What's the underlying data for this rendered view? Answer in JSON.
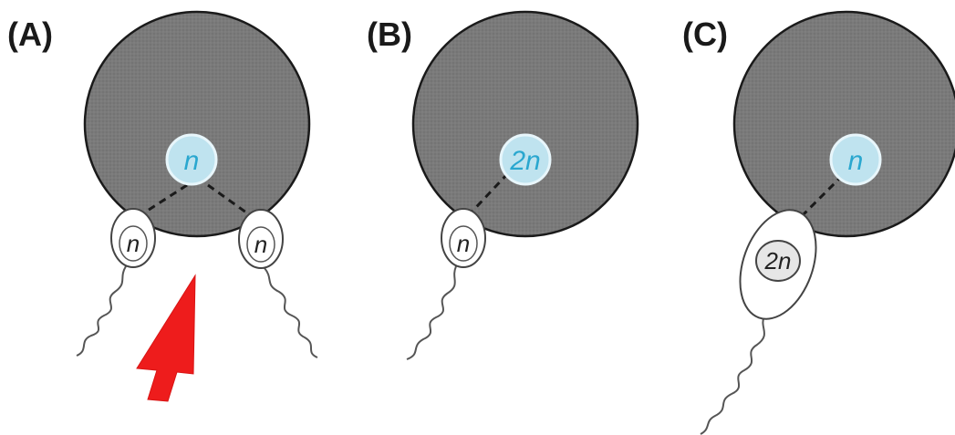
{
  "panels": [
    {
      "label": "(A)",
      "egg_nucleus": "n",
      "sperm": [
        {
          "nucleus": "n"
        },
        {
          "nucleus": "n"
        }
      ],
      "has_arrow": true
    },
    {
      "label": "(B)",
      "egg_nucleus": "2n",
      "sperm": [
        {
          "nucleus": "n"
        }
      ],
      "has_arrow": false
    },
    {
      "label": "(C)",
      "egg_nucleus": "n",
      "sperm": [
        {
          "nucleus": "2n"
        }
      ],
      "has_arrow": false
    }
  ],
  "colors": {
    "egg_fill": "#7a7a7a",
    "egg_stroke": "#1a1a1a",
    "nucleus_fill": "#bfe3ef",
    "nucleus_text": "#2aa7cf",
    "sperm_fill": "#ffffff",
    "arrow": "#ee1c1c"
  }
}
